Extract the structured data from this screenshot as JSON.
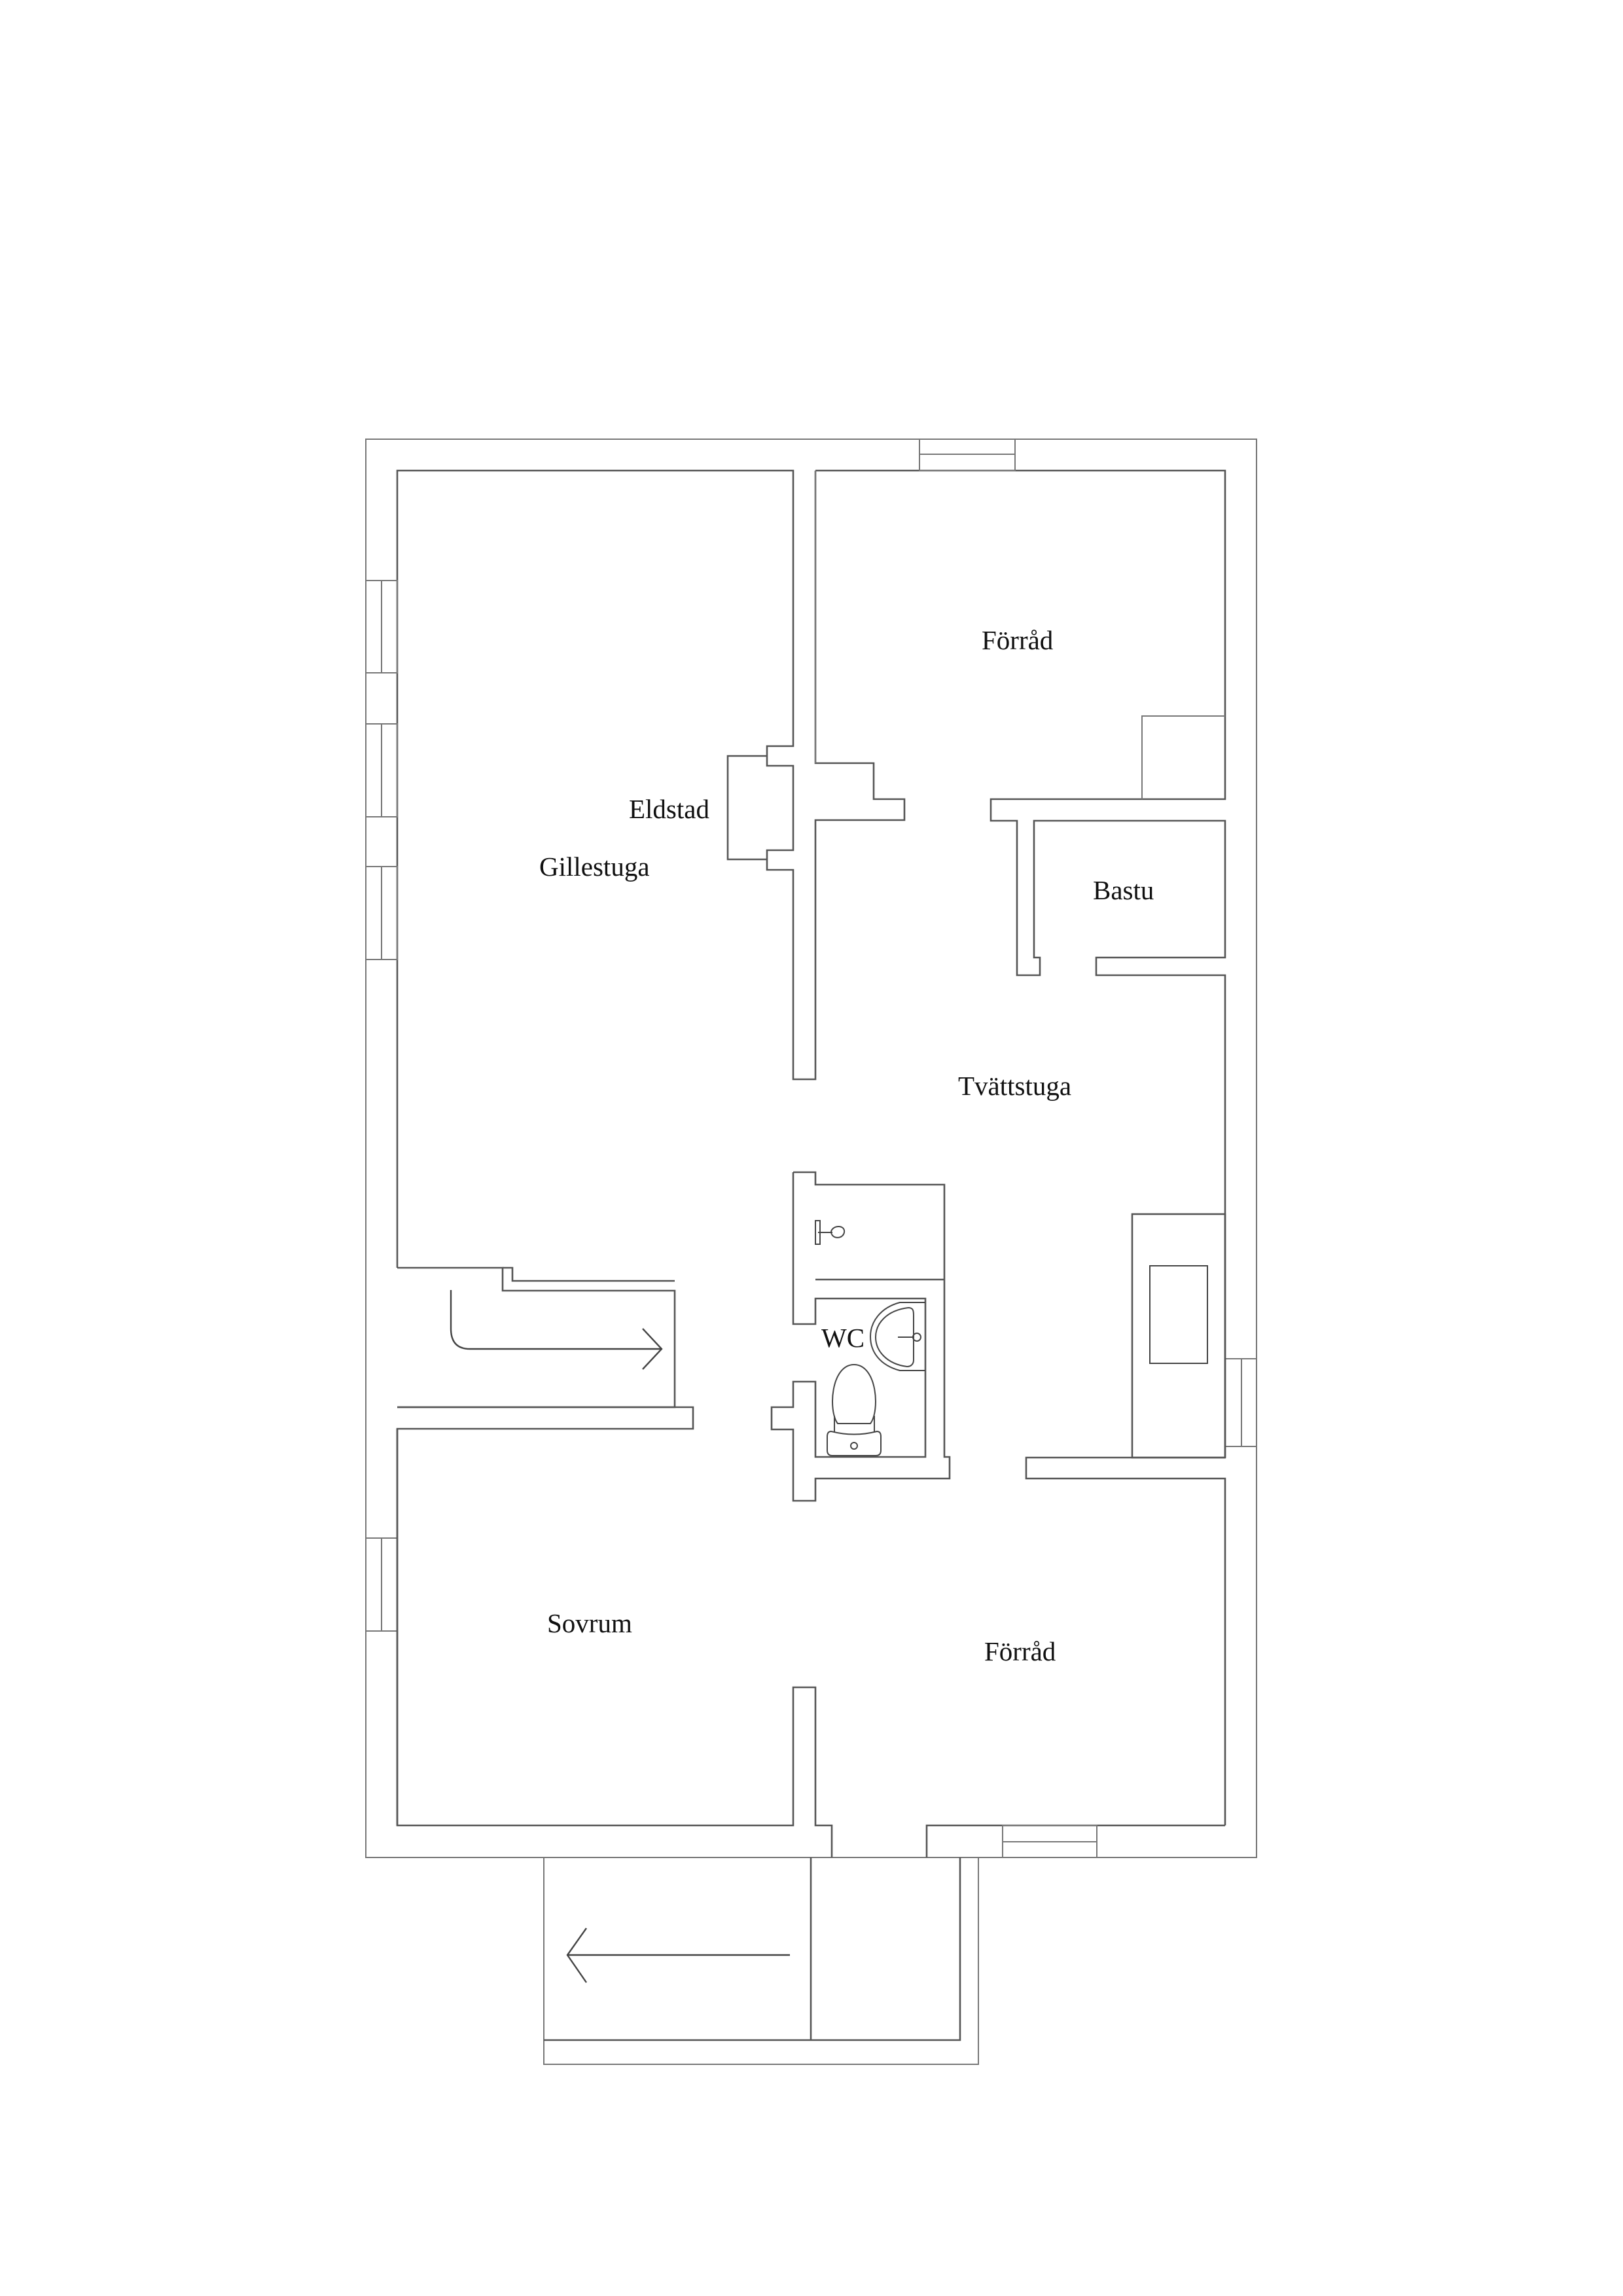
{
  "plan": {
    "type": "floor-plan",
    "level": "basement",
    "line_color": "#555555",
    "background": "#ffffff",
    "rooms": [
      {
        "id": "forrad_top",
        "label": "Förråd"
      },
      {
        "id": "eldstad",
        "label": "Eldstad"
      },
      {
        "id": "gillestuga",
        "label": "Gillestuga"
      },
      {
        "id": "bastu",
        "label": "Bastu"
      },
      {
        "id": "tvattstuga",
        "label": "Tvättstuga"
      },
      {
        "id": "wc",
        "label": "WC"
      },
      {
        "id": "sovrum",
        "label": "Sovrum"
      },
      {
        "id": "forrad_bottom",
        "label": "Förråd"
      }
    ],
    "symbols": [
      {
        "id": "stairs",
        "direction": "up-right"
      },
      {
        "id": "entrance-steps",
        "direction": "left"
      },
      {
        "id": "shower",
        "room": "wc"
      },
      {
        "id": "washbasin",
        "room": "wc"
      },
      {
        "id": "toilet",
        "room": "wc"
      },
      {
        "id": "laundry-counter",
        "room": "Tvättstuga"
      }
    ],
    "windows": 7
  }
}
